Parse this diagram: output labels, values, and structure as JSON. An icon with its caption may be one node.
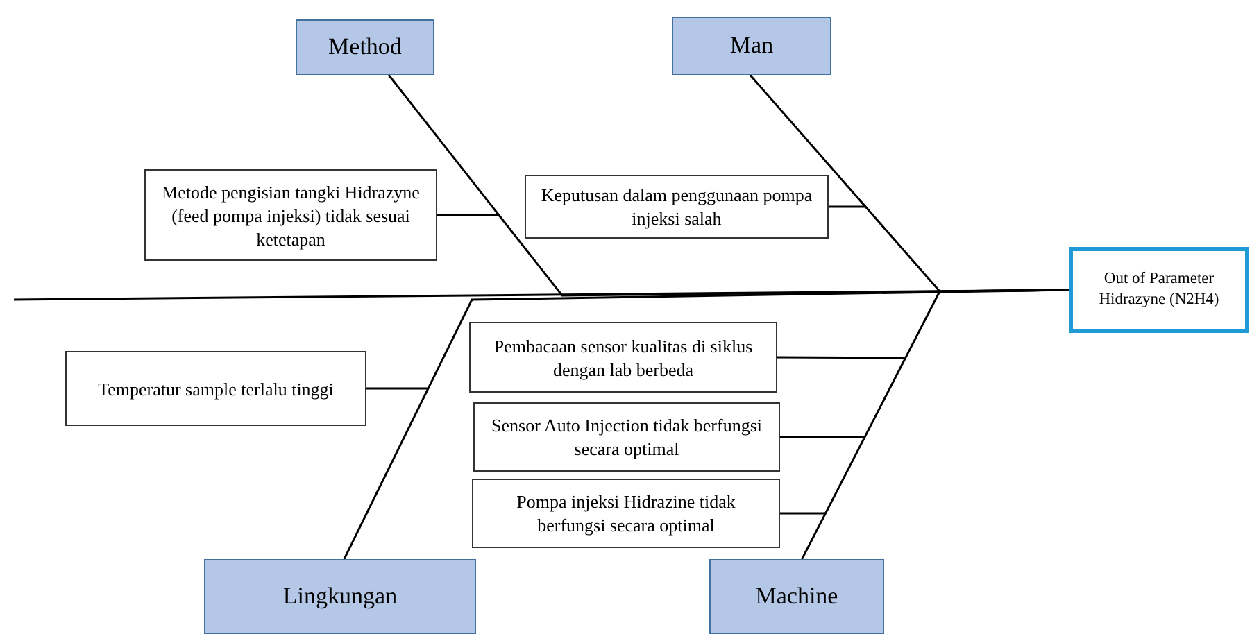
{
  "diagram": {
    "nodes": [
      {
        "text": [
          "Method"
        ]
      },
      {
        "text": [
          "Man"
        ]
      },
      {
        "text": [
          "Metode pengisian tangki Hidrazyne (feed pompa injeksi) tidak sesuai ketetapan"
        ]
      },
      {
        "text": [
          "Keputusan dalam penggunaan pompa injeksi salah"
        ]
      },
      {
        "text": [
          "Out of Parameter Hidrazyne (N2H4)"
        ]
      },
      {
        "text": [
          "Pembacaan sensor kualitas di siklus dengan lab berbeda"
        ]
      },
      {
        "text": [
          "Temperatur sample terlalu tinggi"
        ]
      },
      {
        "text": [
          "Sensor Auto Injection tidak berfungsi secara optimal"
        ]
      },
      {
        "text": [
          "Pompa injeksi Hidrazine tidak berfungsi secara optimal"
        ]
      },
      {
        "text": [
          "Lingkungan"
        ]
      },
      {
        "text": [
          "Machine"
        ]
      }
    ],
    "edges": [
      {
        "from": null,
        "to": 4,
        "arrow": "none"
      },
      {
        "from": 0,
        "to": 4,
        "arrow": "none"
      },
      {
        "from": 1,
        "to": 4,
        "arrow": "none"
      },
      {
        "from": 9,
        "to": 4,
        "arrow": "none"
      },
      {
        "from": 10,
        "to": 4,
        "arrow": "none"
      },
      {
        "from": 2,
        "to": null,
        "arrow": "none"
      },
      {
        "from": 3,
        "to": null,
        "arrow": "none"
      },
      {
        "from": 6,
        "to": null,
        "arrow": "none"
      },
      {
        "from": 5,
        "to": null,
        "arrow": "none"
      },
      {
        "from": 7,
        "to": null,
        "arrow": "none"
      },
      {
        "from": 8,
        "to": null,
        "arrow": "none"
      }
    ]
  }
}
